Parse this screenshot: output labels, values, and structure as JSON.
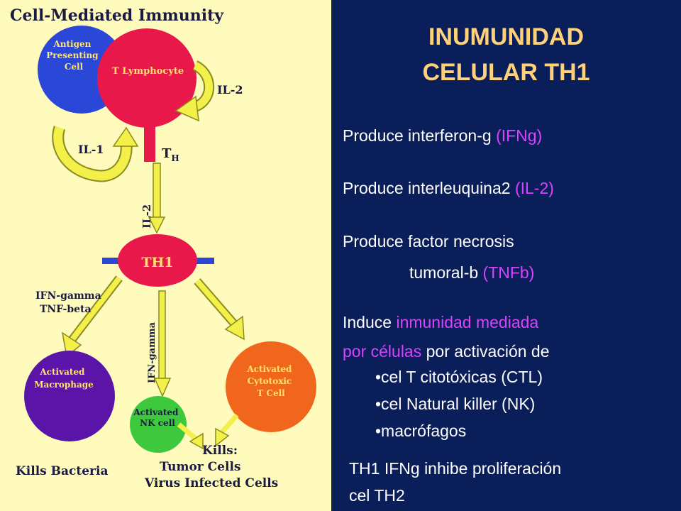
{
  "diagram": {
    "title": "Cell-Mediated Immunity",
    "apc_lines": [
      "Antigen",
      "Presenting",
      "Cell"
    ],
    "t_lymphocyte": "T Lymphocyte",
    "il2_top": "IL-2",
    "il1": "IL-1",
    "th_main": "T",
    "th_sub": "H",
    "il2_vertical": "IL-2",
    "th1": "TH1",
    "ifn_tnf_lines": [
      "IFN-gamma",
      "TNF-beta"
    ],
    "ifn_center": "IFN-gamma",
    "macrophage_lines": [
      "Activated",
      "Macrophage"
    ],
    "nk_lines": [
      "Activated",
      "NK cell"
    ],
    "cytotoxic_lines": [
      "Activated",
      "Cytotoxic",
      "T Cell"
    ],
    "kills_bacteria": "Kills Bacteria",
    "kills_lines": [
      "Kills:",
      "Tumor Cells",
      "Virus Infected Cells"
    ]
  },
  "slide": {
    "title_line1": "INUMUNIDAD",
    "title_line2": "CELULAR TH1",
    "l1_text": "Produce interferon-g ",
    "l1_hl": "(IFNg)",
    "l2_text": "Produce interleuquina2 ",
    "l2_hl": "(IL-2)",
    "l3_text": "Produce factor necrosis",
    "l4_text": "tumoral-b ",
    "l4_hl": "(TNFb)",
    "l5_text": "Induce ",
    "l5_hl": "inmunidad mediada",
    "l6_hl": "por células",
    "l6_text": " por activación de",
    "bullets": [
      "•cel T citotóxicas (CTL)",
      "•cel Natural killer (NK)",
      "•macrófagos"
    ],
    "footer_line1": "TH1 IFNg inhibe proliferación",
    "footer_line2": "cel TH2"
  },
  "colors": {
    "diagram_bg": "#fffbbd",
    "slide_bg": "#0a1e5a",
    "title": "#ffd27a",
    "highlight": "#d743ff",
    "apc_blue": "#2a47d8",
    "t_cell_red": "#e8184a",
    "macrophage_purple": "#5a14a8",
    "nk_green": "#3ec83e",
    "cytotoxic_orange": "#f0661c",
    "arrow_yellow": "#f3f04a"
  }
}
